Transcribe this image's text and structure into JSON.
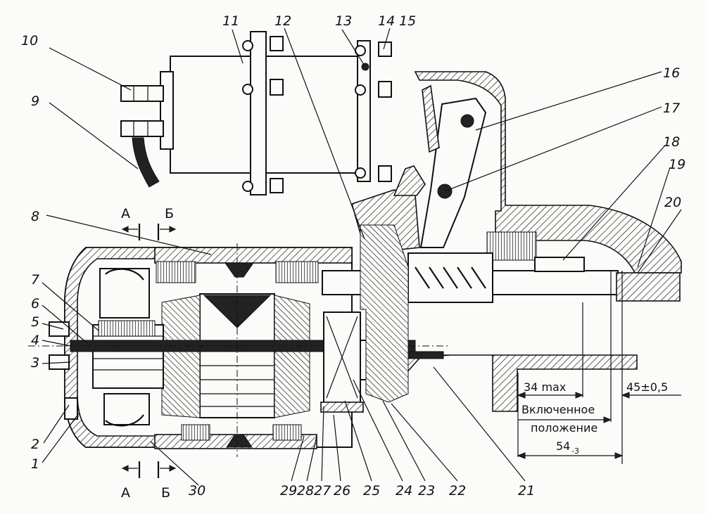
{
  "figure": {
    "part_labels": [
      "1",
      "2",
      "3",
      "4",
      "5",
      "6",
      "7",
      "8",
      "9",
      "10",
      "11",
      "12",
      "13",
      "14",
      "15",
      "16",
      "17",
      "18",
      "19",
      "20",
      "21",
      "22",
      "23",
      "24",
      "25",
      "26",
      "27",
      "28",
      "29",
      "30"
    ],
    "section_marks": {
      "a": "А",
      "b": "Б"
    },
    "dimensions": {
      "stroke_max": "34 max",
      "engaged_label_line1": "Включенное",
      "engaged_label_line2": "положение",
      "overall": "54",
      "overall_tolerance": "-3",
      "gap": "45±0,5"
    }
  }
}
